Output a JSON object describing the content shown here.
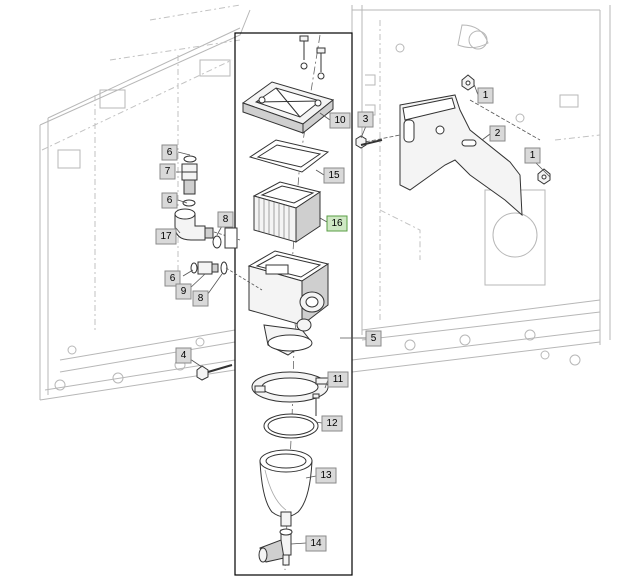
{
  "diagram": {
    "callouts": [
      {
        "id": "c1a",
        "label": "1"
      },
      {
        "id": "c1b",
        "label": "1"
      },
      {
        "id": "c2",
        "label": "2"
      },
      {
        "id": "c3",
        "label": "3"
      },
      {
        "id": "c4",
        "label": "4"
      },
      {
        "id": "c5",
        "label": "5"
      },
      {
        "id": "c6a",
        "label": "6"
      },
      {
        "id": "c6b",
        "label": "6"
      },
      {
        "id": "c6c",
        "label": "6"
      },
      {
        "id": "c7",
        "label": "7"
      },
      {
        "id": "c8a",
        "label": "8"
      },
      {
        "id": "c8b",
        "label": "8"
      },
      {
        "id": "c9",
        "label": "9"
      },
      {
        "id": "c10",
        "label": "10"
      },
      {
        "id": "c11",
        "label": "11"
      },
      {
        "id": "c12",
        "label": "12"
      },
      {
        "id": "c13",
        "label": "13"
      },
      {
        "id": "c14",
        "label": "14"
      },
      {
        "id": "c15",
        "label": "15"
      },
      {
        "id": "c16",
        "label": "16",
        "highlighted": true
      },
      {
        "id": "c17",
        "label": "17"
      }
    ],
    "colors": {
      "callout_fill": "#d9d9d9",
      "highlight_fill": "#cfe8c4",
      "highlight_border": "#5a9e44",
      "line": "#333333"
    }
  }
}
